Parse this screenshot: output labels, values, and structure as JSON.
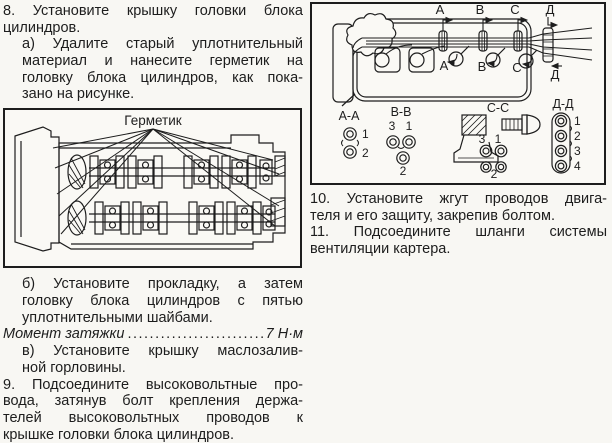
{
  "page": {
    "background": "#f8f7f3",
    "ink": "#1d1d1d"
  },
  "left": {
    "step8": {
      "lines": [
        "8. Установите крышку головки блока",
        "цилиндров."
      ]
    },
    "step8a": {
      "lines": [
        "а) Удалите старый уплотнительный",
        "материал и нанесите герметик на",
        "головку блока цилиндров, как пока-",
        "зано на рисунке."
      ]
    },
    "figure": {
      "callout_label": "Герметик"
    },
    "step8b": {
      "lines": [
        "б) Установите прокладку, а затем",
        "головку блока цилиндров с пятью",
        "уплотнительными шайбами."
      ]
    },
    "torque": {
      "label": "Момент затяжки",
      "dots": "......................................",
      "value": "7 Н·м"
    },
    "step8v": {
      "lines": [
        "в) Установите крышку маслозалив-",
        "ной горловины."
      ]
    },
    "step9": {
      "lines": [
        "9. Подсоедините высоковольтные про-",
        "вода, затянув болт крепления держа-",
        "телей высоковольтных проводов к",
        "крышке головки блока цилиндров."
      ]
    }
  },
  "right": {
    "figure": {
      "top_labels": [
        "А",
        "В",
        "С",
        "Д"
      ],
      "bottom_labels": [
        "А",
        "В",
        "С",
        "Д"
      ],
      "sections": {
        "aa": {
          "title": "А-А",
          "w1": "1",
          "w2": "2"
        },
        "bb": {
          "title": "В-В",
          "w3": "3",
          "w1": "1",
          "w2": "2"
        },
        "cc": {
          "title": "С-С",
          "w3": "3",
          "w1": "1",
          "w2": "2"
        },
        "dd": {
          "title": "Д-Д",
          "w1": "1",
          "w2": "2",
          "w3": "3",
          "w4": "4"
        }
      }
    },
    "step10": {
      "lines": [
        "10. Установите жгут проводов двига-",
        "теля и его защиту, закрепив болтом."
      ]
    },
    "step11": {
      "lines": [
        "11. Подсоедините шланги системы",
        "вентиляции картера."
      ]
    }
  }
}
